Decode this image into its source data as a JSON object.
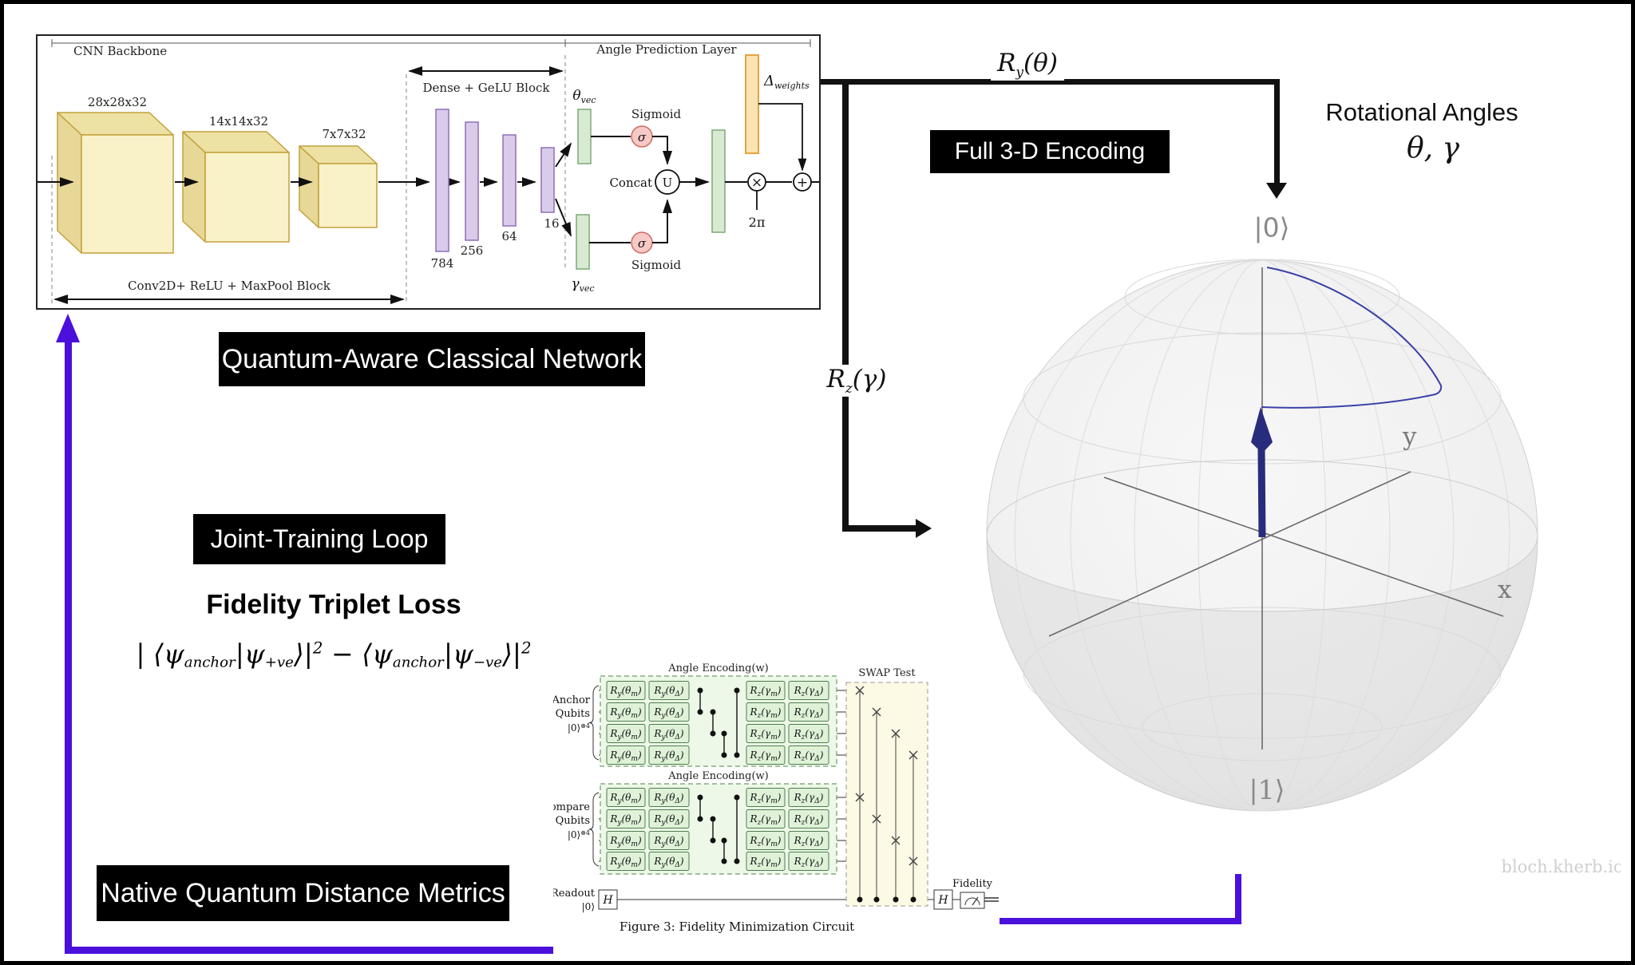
{
  "cnn": {
    "backbone_label": "CNN Backbone",
    "angle_layer_label": "Angle Prediction Layer",
    "conv_caption": "Conv2D+ ReLU + MaxPool Block",
    "dense_caption": "Dense + GeLU Block",
    "conv_blocks": [
      "28x28x32",
      "14x14x32",
      "7x7x32"
    ],
    "dense_bars": [
      "784",
      "256",
      "64",
      "16"
    ],
    "theta_vec": {
      "base": "θ",
      "sub": "vec"
    },
    "gamma_vec": {
      "base": "γ",
      "sub": "vec"
    },
    "sigmoid": "Sigmoid",
    "sigma": "σ",
    "concat": "Concat",
    "u": "U",
    "times": "×",
    "plus": "+",
    "two_pi": "2π",
    "delta_weights": {
      "base": "Δ",
      "sub": "weights"
    }
  },
  "flow": {
    "ry": {
      "base": "R",
      "sub": "y",
      "arg": "(θ)"
    },
    "rz": {
      "base": "R",
      "sub": "z",
      "arg": "(γ)"
    },
    "rot_line1": "Rotational Angles",
    "rot_line2": "θ, γ"
  },
  "banners": {
    "qacn": "Quantum-Aware Classical Network",
    "full3d": "Full 3-D Encoding",
    "joint": "Joint-Training Loop",
    "ftl": "Fidelity Triplet Loss",
    "nqdm": "Native Quantum Distance Metrics"
  },
  "formula": {
    "parts": [
      {
        "t": "n",
        "v": "| ⟨ψ"
      },
      {
        "t": "sb",
        "v": "anchor"
      },
      {
        "t": "n",
        "v": "|ψ"
      },
      {
        "t": "sb",
        "v": "+ve"
      },
      {
        "t": "n",
        "v": "⟩|"
      },
      {
        "t": "sp",
        "v": "2"
      },
      {
        "t": "n",
        "v": " − ⟨ψ"
      },
      {
        "t": "sb",
        "v": "anchor"
      },
      {
        "t": "n",
        "v": "|ψ"
      },
      {
        "t": "sb",
        "v": "−ve"
      },
      {
        "t": "n",
        "v": "⟩|"
      },
      {
        "t": "sp",
        "v": "2"
      }
    ]
  },
  "bloch": {
    "ket0": "|0⟩",
    "ket1": "|1⟩",
    "axis_x": "x",
    "axis_y": "y",
    "watermark": "bloch.kherb.io"
  },
  "circuit": {
    "encoding_title": "Angle Encoding(w)",
    "anchor_label": [
      "Anchor",
      "Qubits"
    ],
    "compare_label": [
      "Compare",
      "Qubits"
    ],
    "ket04": {
      "base": "|0⟩",
      "sup": "⊗4"
    },
    "swap_title": "SWAP Test",
    "readout": [
      "Readout",
      "|0⟩"
    ],
    "h": "H",
    "fidelity": "Fidelity",
    "caption": "Figure 3: Fidelity Minimization Circuit",
    "gate_columns": [
      {
        "g": "R",
        "gs": "y",
        "a": "θ",
        "as": "m"
      },
      {
        "g": "R",
        "gs": "y",
        "a": "θ",
        "as": "Δ"
      },
      {
        "g": "R",
        "gs": "z",
        "a": "γ",
        "as": "m"
      },
      {
        "g": "R",
        "gs": "z",
        "a": "γ",
        "as": "Δ"
      }
    ]
  },
  "colors": {
    "loop_purple": "#4B10DC",
    "arrow_navy": "#272C7C",
    "trajectory_blue": "#3A41A8",
    "conv_yellow": "#F9F1C7",
    "bar_purple": "#DACBEA",
    "bar_green": "#D9EAD3",
    "bar_orange": "#FBE3B3",
    "sigma_pink": "#F6C9C6"
  }
}
